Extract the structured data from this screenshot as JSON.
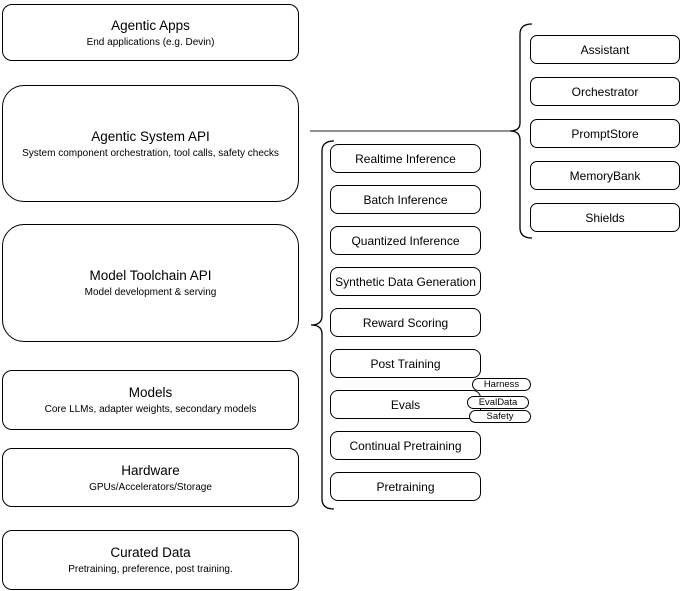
{
  "diagram": {
    "colors": {
      "background": "#ffffff",
      "node_fill": "#ffffff",
      "node_stroke": "#000000",
      "connector": "#6b6b6b",
      "text": "#000000"
    },
    "left_stack": [
      {
        "title": "Agentic Apps",
        "subtitle": "End applications (e.g. Devin)"
      },
      {
        "title": "Agentic System API",
        "subtitle": "System component orchestration, tool calls, safety checks"
      },
      {
        "title": "Model Toolchain API",
        "subtitle": "Model development & serving"
      },
      {
        "title": "Models",
        "subtitle": "Core LLMs, adapter weights, secondary models"
      },
      {
        "title": "Hardware",
        "subtitle": "GPUs/Accelerators/Storage"
      },
      {
        "title": "Curated Data",
        "subtitle": "Pretraining, preference, post training."
      }
    ],
    "toolchain_services": [
      "Realtime Inference",
      "Batch Inference",
      "Quantized Inference",
      "Synthetic Data Generation",
      "Reward Scoring",
      "Post Training",
      "Evals",
      "Continual Pretraining",
      "Pretraining"
    ],
    "eval_tags": [
      "Harness",
      "EvalData",
      "Safety"
    ],
    "agentic_components": [
      "Assistant",
      "Orchestrator",
      "PromptStore",
      "MemoryBank",
      "Shields"
    ]
  }
}
